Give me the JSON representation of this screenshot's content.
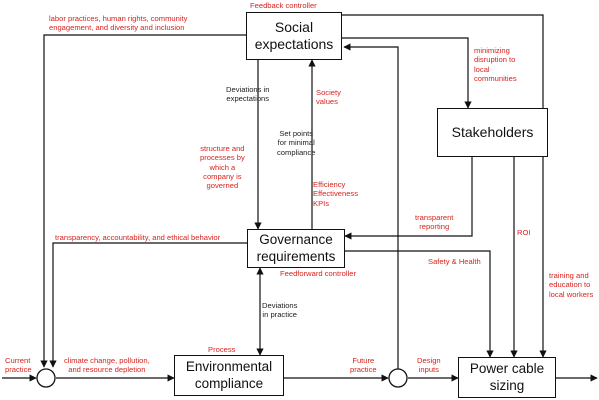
{
  "boxes": {
    "social": "Social\nexpectations",
    "stakeholders": "Stakeholders",
    "governance": "Governance\nrequirements",
    "environmental": "Environmental\ncompliance",
    "power": "Power cable\nsizing"
  },
  "labels": {
    "feedback_controller": "Feedback controller",
    "labor_practices": "labor practices, human rights, community\nengagement, and diversity and inclusion",
    "minimizing_disruption": "minimizing\ndisruption to\nlocal\ncommunities",
    "deviations_expectations": "Deviations in\nexpectations",
    "society_values": "Society\nvalues",
    "set_points": "Set points\nfor minimal\ncompliance",
    "structure_processes": "structure and\nprocesses by\nwhich a\ncompany is\ngoverned",
    "efficiency": "Efficiency\nEffectiveness\nKPIs",
    "transparent_reporting": "transparent\nreporting",
    "roi": "ROI",
    "transparency": "transparency, accountability, and ethical behavior",
    "feedforward_controller": "Feedforward controller",
    "safety_health": "Safety & Health",
    "training": "training and\neducation to\nlocal workers",
    "deviations_practice": "Deviations\nin practice",
    "process": "Process",
    "current_practice": "Current\npractice",
    "climate": "climate change, pollution,\nand resource depletion",
    "future_practice": "Future\npractice",
    "design_inputs": "Design\ninputs"
  },
  "colors": {
    "annotation_red": "#d8231f",
    "line": "#111111"
  }
}
